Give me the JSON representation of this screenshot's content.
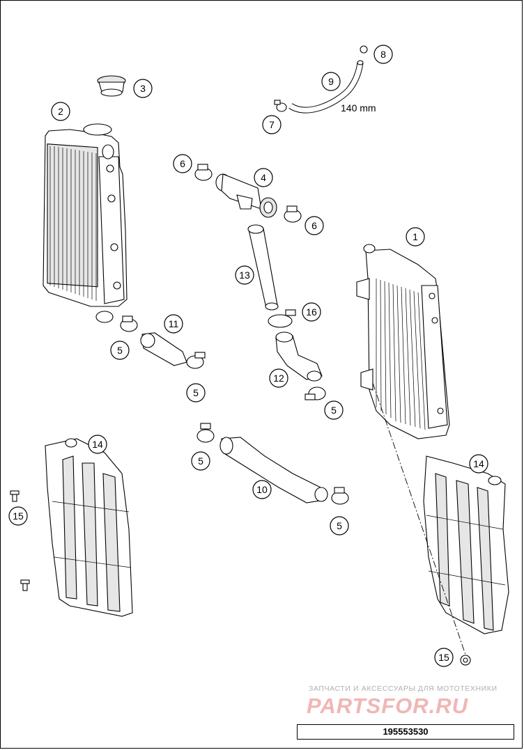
{
  "callouts": {
    "c1": "1",
    "c2": "2",
    "c3": "3",
    "c4": "4",
    "c5a": "5",
    "c5b": "5",
    "c5c": "5",
    "c5d": "5",
    "c5e": "5",
    "c6a": "6",
    "c6b": "6",
    "c7": "7",
    "c8": "8",
    "c9": "9",
    "c10": "10",
    "c11": "11",
    "c12": "12",
    "c13": "13",
    "c14a": "14",
    "c14b": "14",
    "c15a": "15",
    "c15b": "15",
    "c16": "16"
  },
  "hose_length_label": "140 mm",
  "watermark": {
    "tagline": "ЗАПЧАСТИ И АКСЕССУАРЫ ДЛЯ МОТОТЕХНИКИ",
    "logo": "PARTSFOR.RU"
  },
  "part_number": "195553530"
}
